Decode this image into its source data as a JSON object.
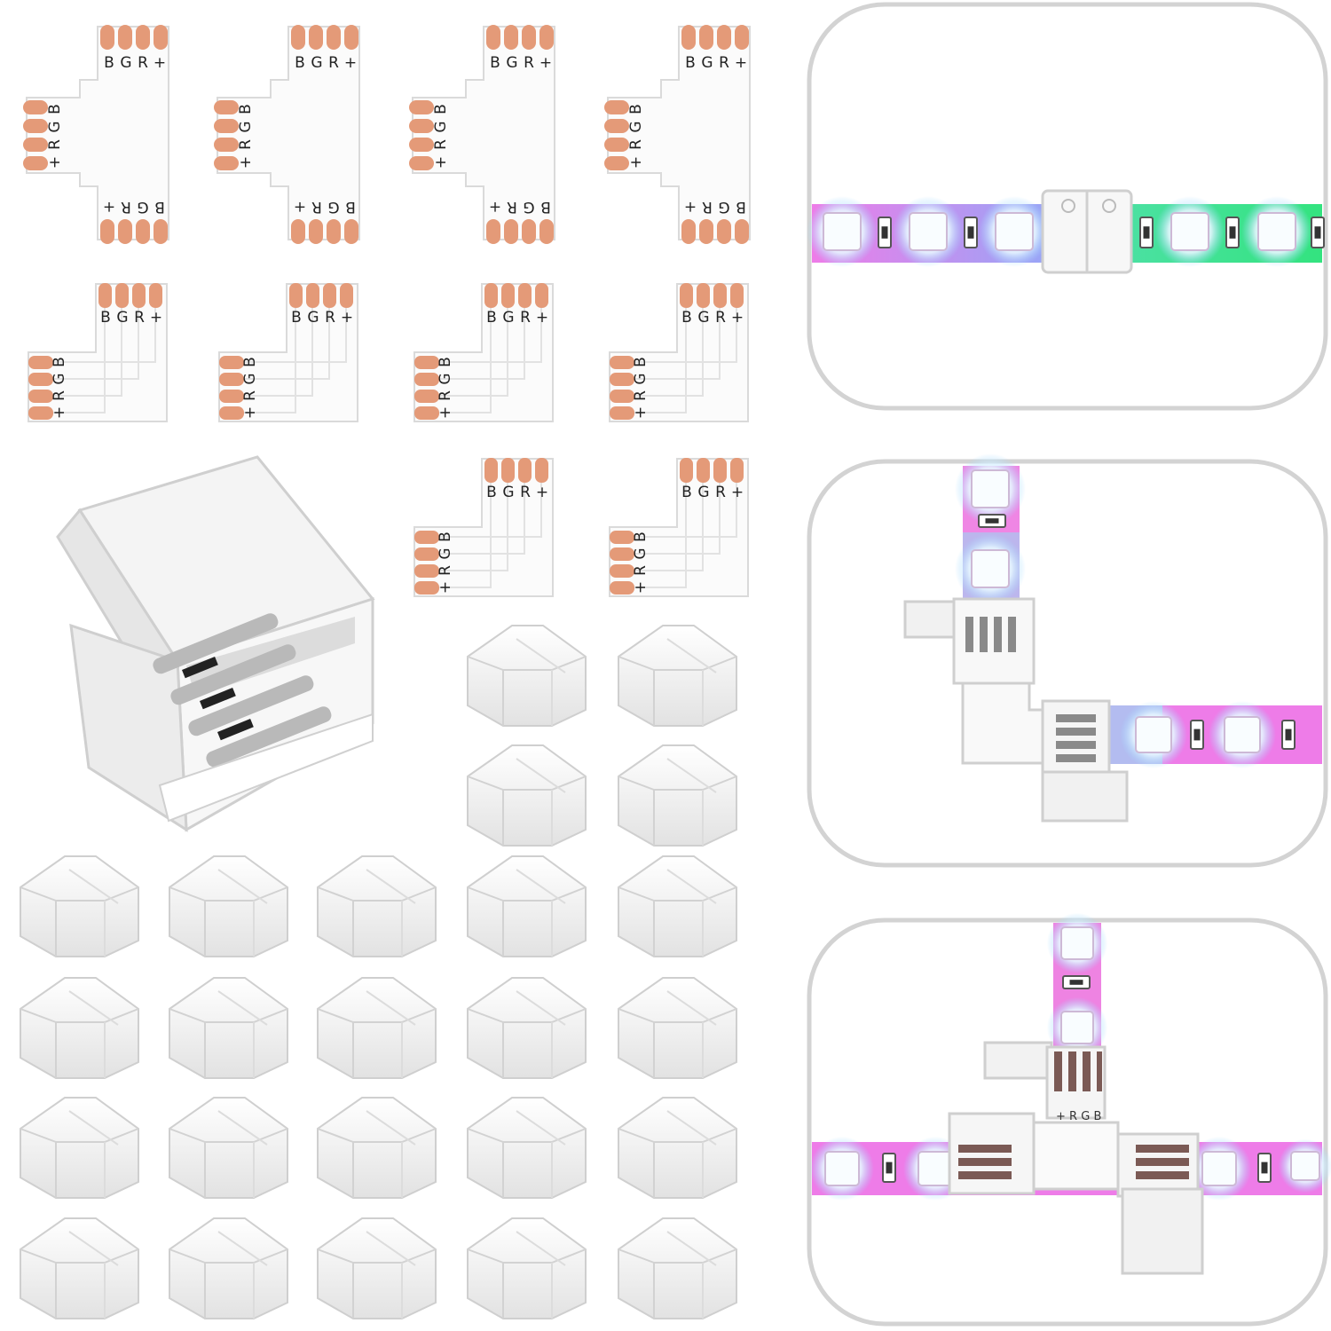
{
  "pad_labels": {
    "blue": "B",
    "green": "G",
    "red": "R",
    "plus": "+"
  },
  "colors": {
    "background": "#ffffff",
    "board": "#fbfbfb",
    "pad": "#e49a78",
    "clip": "#f2f2f2",
    "panel_border": "#d3d3d3",
    "strip_pink": "#ec7be6",
    "strip_blue": "#8ba9f8",
    "strip_green": "#2fe39f",
    "led_glow": "#eaf8ff"
  },
  "connector_groups": {
    "t_connectors": 4,
    "l_connectors": 6,
    "clip_caps": 24,
    "large_clip": 1
  },
  "panels": [
    {
      "view": "straight-joint"
    },
    {
      "view": "l-joint"
    },
    {
      "view": "t-joint"
    }
  ]
}
